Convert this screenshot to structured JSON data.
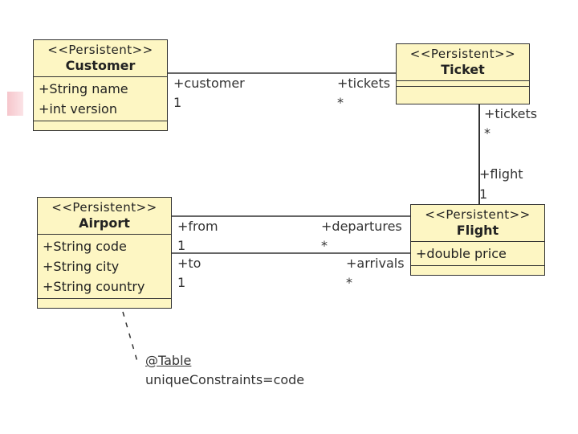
{
  "classes": {
    "customer": {
      "stereotype": "<<Persistent>>",
      "name": "Customer",
      "attributes": [
        "+String name",
        "+int version"
      ]
    },
    "ticket": {
      "stereotype": "<<Persistent>>",
      "name": "Ticket",
      "attributes": []
    },
    "airport": {
      "stereotype": "<<Persistent>>",
      "name": "Airport",
      "attributes": [
        "+String code",
        "+String city",
        "+String country"
      ]
    },
    "flight": {
      "stereotype": "<<Persistent>>",
      "name": "Flight",
      "attributes": [
        "+double price"
      ]
    }
  },
  "associations": {
    "customer_ticket": {
      "role_a": "+customer",
      "mult_a": "1",
      "role_b": "+tickets",
      "mult_b": "*"
    },
    "ticket_flight": {
      "role_a": "+tickets",
      "mult_a": "*",
      "role_b": "+flight",
      "mult_b": "1"
    },
    "airport_flight_departures": {
      "role_a": "+from",
      "mult_a": "1",
      "role_b": "+departures",
      "mult_b": "*"
    },
    "airport_flight_arrivals": {
      "role_a": "+to",
      "mult_a": "1",
      "role_b": "+arrivals",
      "mult_b": "*"
    }
  },
  "note": {
    "annotation": "@Table",
    "text": "uniqueConstraints=code"
  }
}
